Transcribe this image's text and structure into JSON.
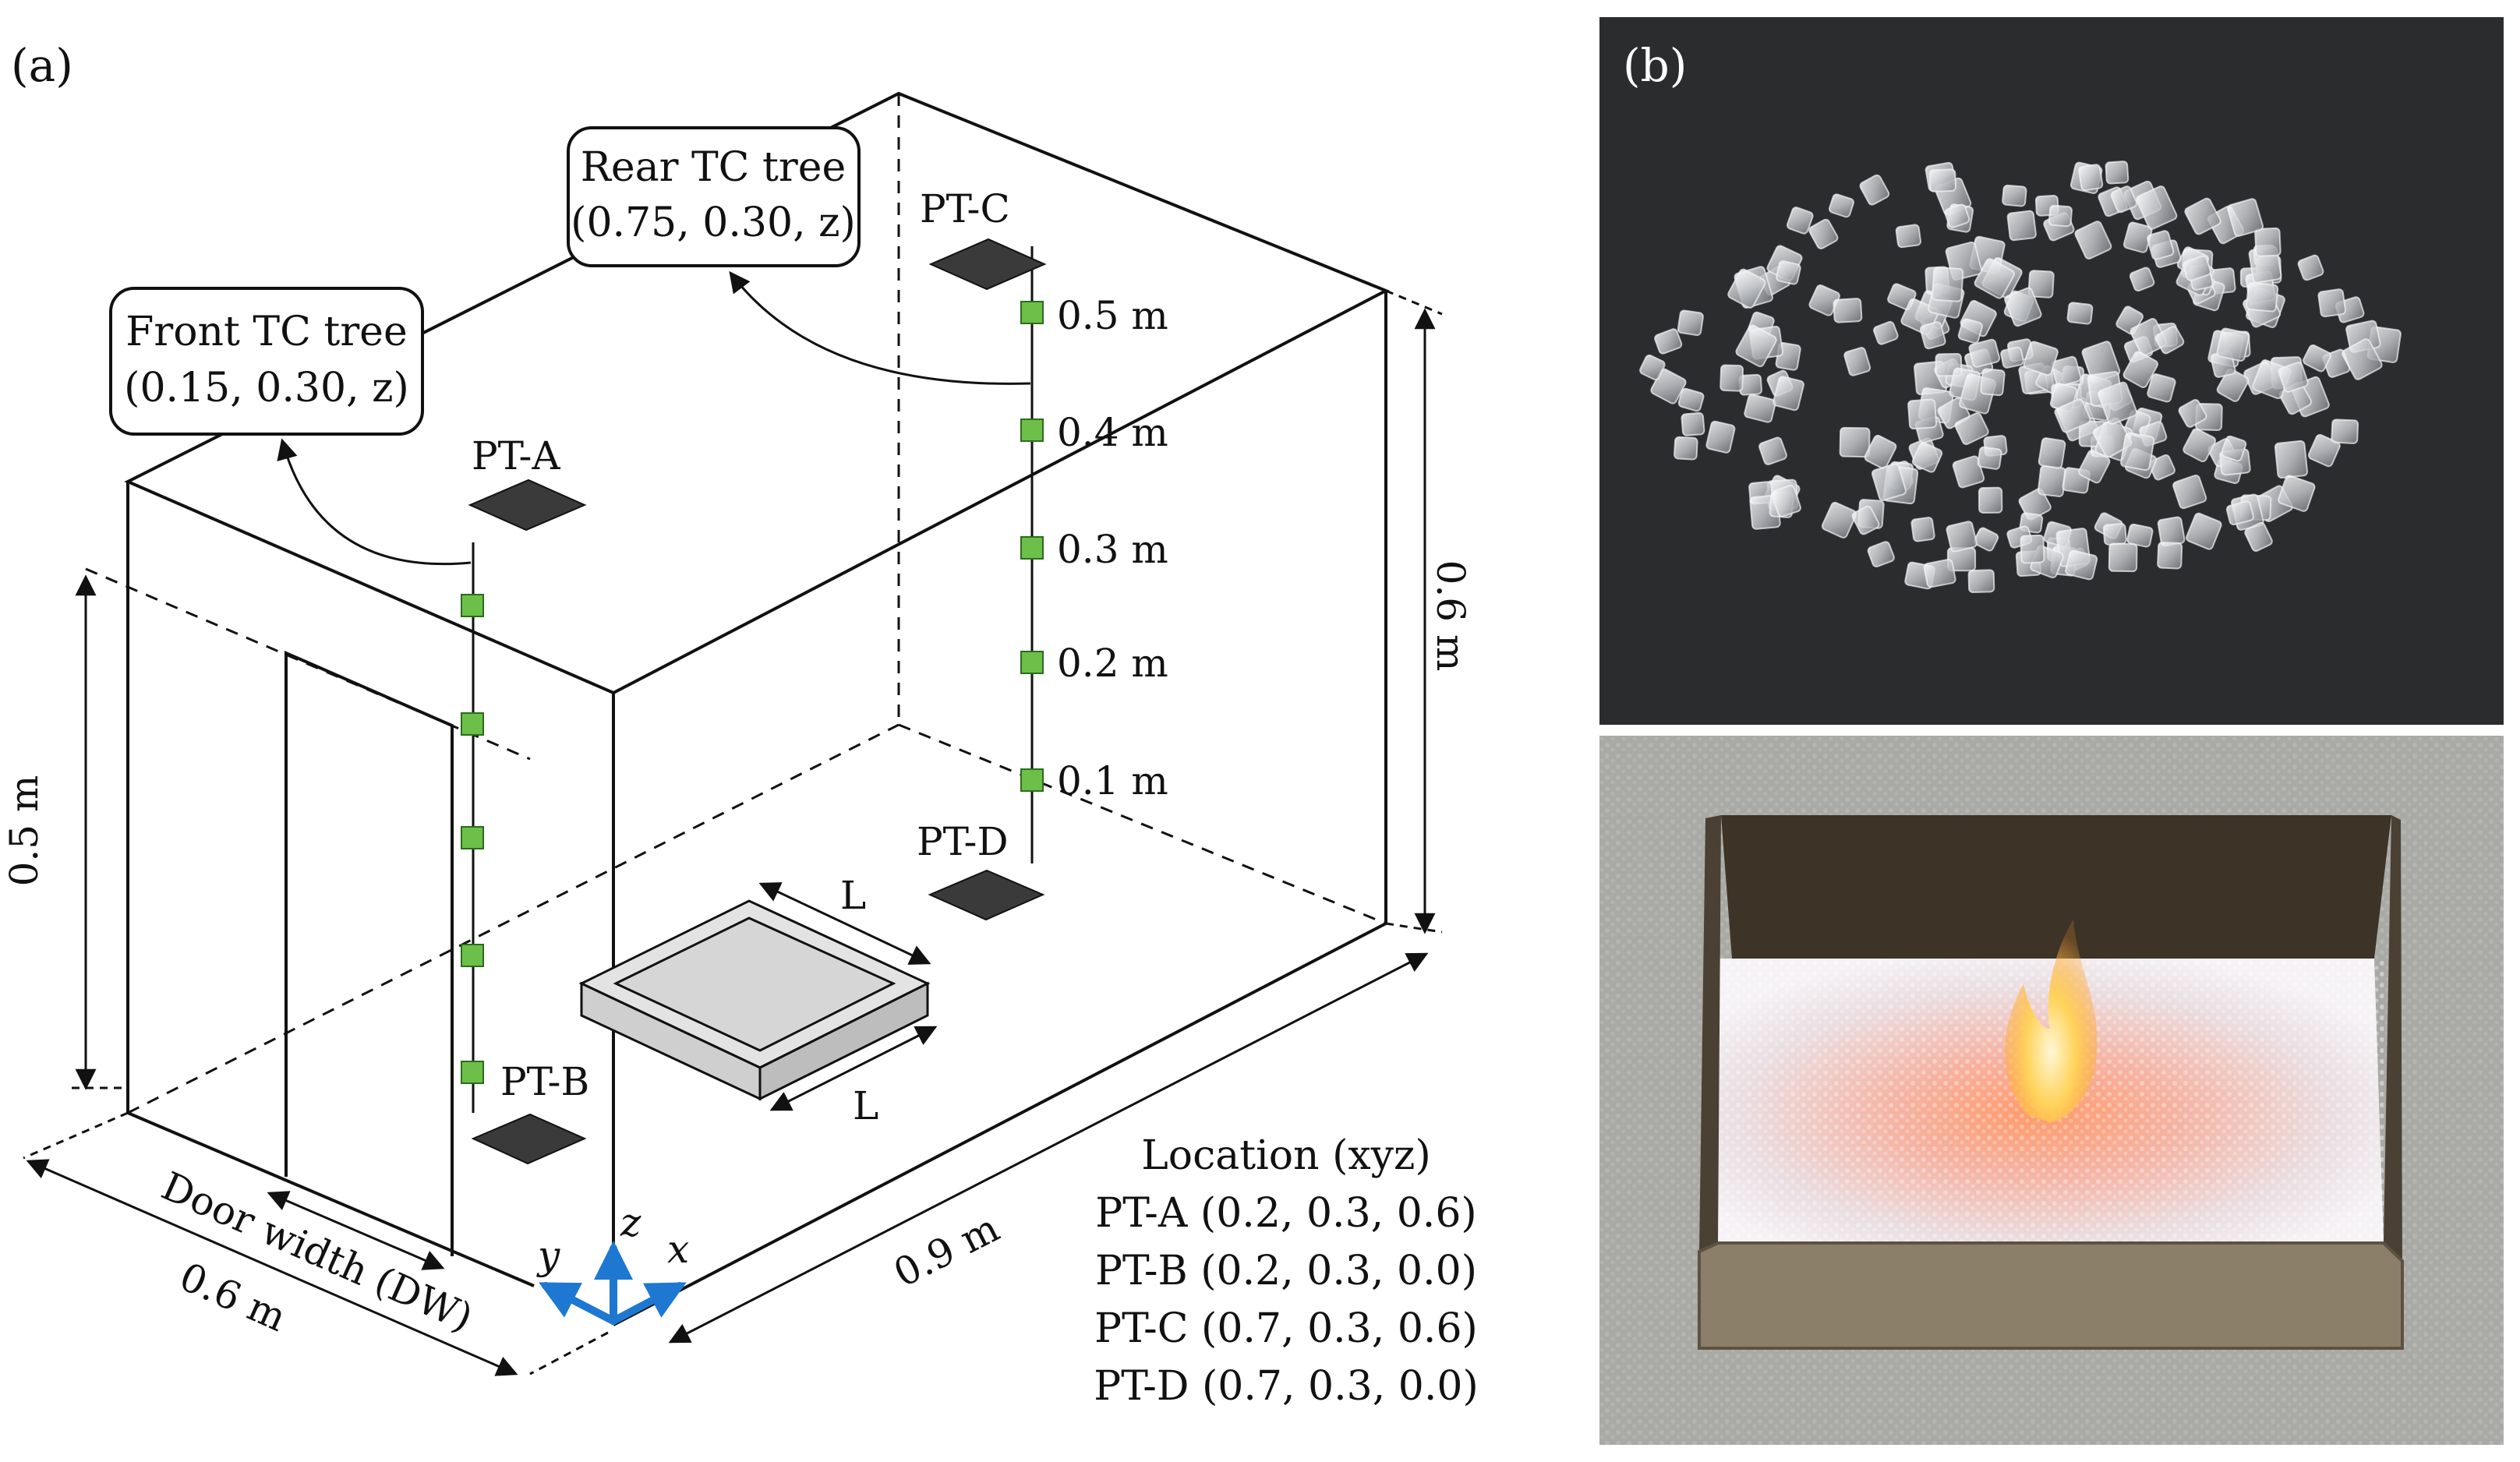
{
  "figure": {
    "panel_a_label": "(a)",
    "panel_b_label": "(b)"
  },
  "diagram": {
    "callouts": {
      "rear_tc_tree": {
        "title": "Rear TC tree",
        "coords": "(0.75, 0.30, z)"
      },
      "front_tc_tree": {
        "title": "Front TC tree",
        "coords": "(0.15, 0.30, z)"
      }
    },
    "plates": {
      "pt_a": "PT-A",
      "pt_b": "PT-B",
      "pt_c": "PT-C",
      "pt_d": "PT-D"
    },
    "tc_heights": [
      "0.5 m",
      "0.4 m",
      "0.3 m",
      "0.2 m",
      "0.1 m"
    ],
    "dimensions": {
      "height": "0.6 m",
      "door_height": "0.5 m",
      "width": "0.6 m",
      "length": "0.9 m",
      "door_width": "Door width (DW)",
      "pan_side_1": "L",
      "pan_side_2": "L"
    },
    "axes": {
      "y": "y",
      "z": "z",
      "x": "x"
    },
    "location_table": {
      "header": "Location (xyz)",
      "rows": [
        "PT-A (0.2, 0.3, 0.6)",
        "PT-B (0.2, 0.3, 0.0)",
        "PT-C (0.7, 0.3, 0.6)",
        "PT-D (0.7, 0.3, 0.0)"
      ]
    },
    "colors": {
      "thermocouple": "#6cc04a",
      "plate": "#3a3a3a",
      "pan_face": "#cfcfcf",
      "pan_inner": "#e3e3e3",
      "axis": "#1e78d2",
      "photo_top_bg": "#2b2c2e",
      "photo_bottom_bg": "#a9a9a5"
    }
  }
}
